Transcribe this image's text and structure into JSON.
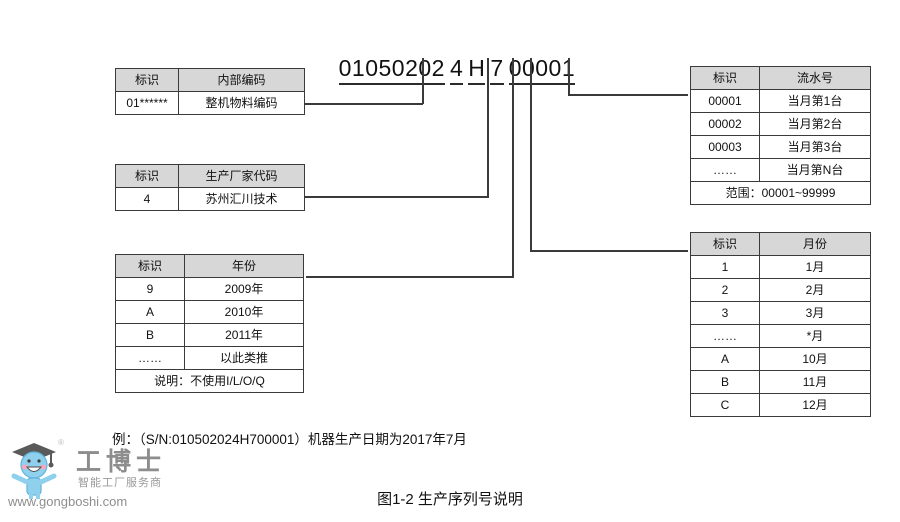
{
  "serial": {
    "segments": [
      {
        "text": "01050202",
        "underlined": true
      },
      {
        "text": "4",
        "underlined": true
      },
      {
        "text": "H",
        "underlined": true
      },
      {
        "text": "7",
        "underlined": true
      },
      {
        "text": "00001",
        "underlined": true
      }
    ],
    "full": "01050202 4 H 7 00001"
  },
  "tables": {
    "internal_code": {
      "headers": [
        "标识",
        "内部编码"
      ],
      "rows": [
        [
          "01******",
          "整机物料编码"
        ]
      ]
    },
    "manufacturer": {
      "headers": [
        "标识",
        "生产厂家代码"
      ],
      "rows": [
        [
          "4",
          "苏州汇川技术"
        ]
      ]
    },
    "year": {
      "headers": [
        "标识",
        "年份"
      ],
      "rows": [
        [
          "9",
          "2009年"
        ],
        [
          "A",
          "2010年"
        ],
        [
          "B",
          "2011年"
        ],
        [
          "……",
          "以此类推"
        ]
      ],
      "note": "说明：不使用I/L/O/Q"
    },
    "sequence": {
      "headers": [
        "标识",
        "流水号"
      ],
      "rows": [
        [
          "00001",
          "当月第1台"
        ],
        [
          "00002",
          "当月第2台"
        ],
        [
          "00003",
          "当月第3台"
        ],
        [
          "……",
          "当月第N台"
        ]
      ],
      "note": "范围：00001~99999"
    },
    "month": {
      "headers": [
        "标识",
        "月份"
      ],
      "rows": [
        [
          "1",
          "1月"
        ],
        [
          "2",
          "2月"
        ],
        [
          "3",
          "3月"
        ],
        [
          "……",
          "*月"
        ],
        [
          "A",
          "10月"
        ],
        [
          "B",
          "11月"
        ],
        [
          "C",
          "12月"
        ]
      ]
    }
  },
  "example": "例：（S/N:010502024H700001）机器生产日期为2017年7月",
  "caption": "图1-2 生产序列号说明",
  "watermark": {
    "brand": "工博士",
    "tagline": "智能工厂服务商",
    "url": "www.gongboshi.com",
    "registered": "®"
  },
  "colors": {
    "header_fill": "#d7d7d7",
    "border": "#3a3a3a",
    "text": "#111111",
    "watermark": "#8d8d8d",
    "mascot_body": "#7fc8e8",
    "mascot_cap": "#5a5a5a",
    "mascot_cheek": "#f3a8bd"
  }
}
